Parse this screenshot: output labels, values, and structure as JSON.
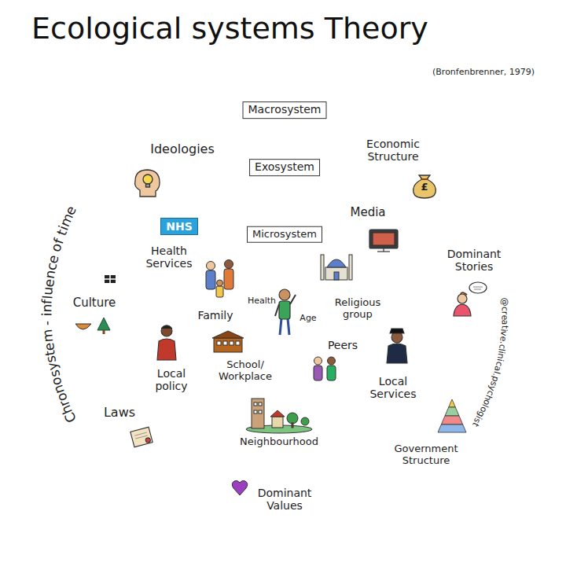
{
  "diagram": {
    "title": "Ecological systems Theory",
    "nodes": [
      {
        "text": [
          "Chronosystem - influence of time"
        ]
      },
      {
        "text": [
          "Macrosystem",
          "Ideologies",
          "Economic Structure",
          "Dominant Stories",
          "Government Structure",
          "Dominant Values",
          "Laws",
          "Culture"
        ],
        "in": 0
      },
      {
        "text": [
          "Exosystem",
          "Health Services",
          "Media",
          "Local Services",
          "Neighbourhood",
          "Local policy"
        ],
        "in": 1
      },
      {
        "text": [
          "NHS"
        ],
        "in": 2
      },
      {
        "text": [
          "Microsystem",
          "Family",
          "Religious group",
          "School/ Workplace",
          "Peers"
        ],
        "in": 2
      },
      {
        "text": [
          "Health",
          "Age"
        ],
        "in": 4
      }
    ],
    "labels": [
      "(Bronfenbrenner, 1979)",
      "£",
      "@creative.clinical.psychologist"
    ]
  }
}
